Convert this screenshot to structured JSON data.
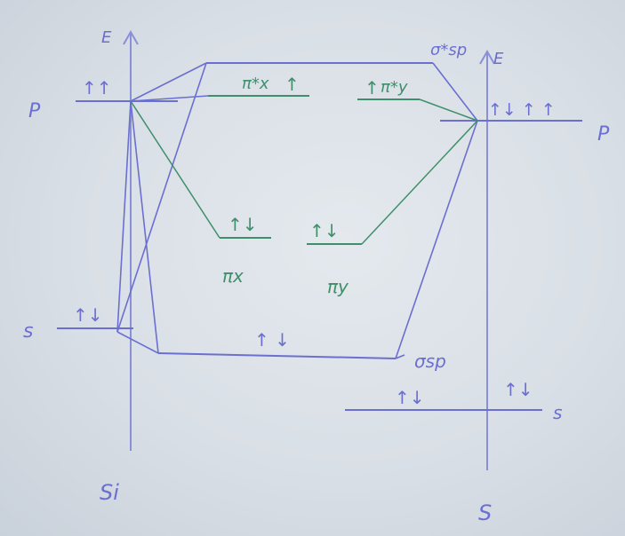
{
  "colors": {
    "paper": "#dfe5eb",
    "blue": "#6b6fd0",
    "green": "#3f8f6a",
    "axis": "#8a90d8"
  },
  "left_atom": {
    "name": "Si",
    "axis_label": "E",
    "p_label": "P",
    "s_label": "s",
    "p_electrons": "↑↑",
    "s_electrons": "↑↓"
  },
  "right_atom": {
    "name": "S",
    "axis_label": "E",
    "p_label": "P",
    "s_label": "s",
    "p_electrons": "↑↓ ↑ ↑",
    "s_electrons": "↑↓"
  },
  "molecular_orbitals": {
    "sigma_star": {
      "label": "σ*sp"
    },
    "pi_x_star": {
      "label": "π*x",
      "electrons": "↑"
    },
    "pi_y_star": {
      "label": "π*y",
      "electrons": "↑"
    },
    "pi_x": {
      "label": "πx",
      "electrons": "↑↓"
    },
    "pi_y": {
      "label": "πy",
      "electrons": "↑↓"
    },
    "sigma_sp": {
      "label": "σsp",
      "electrons": "↑ ↓"
    },
    "sigma_sp_lower": {
      "electrons": "↑↓"
    }
  }
}
